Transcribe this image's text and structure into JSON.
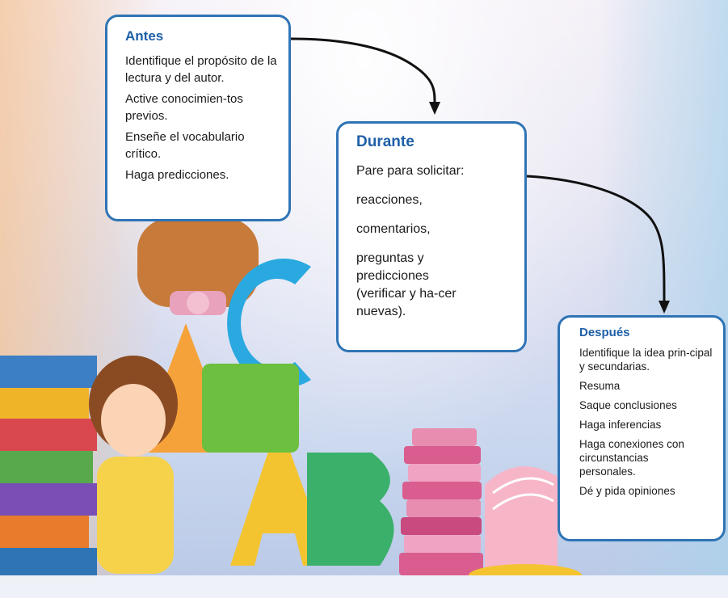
{
  "antes": {
    "title": "Antes",
    "items": [
      "Identifique el propósito de la lectura y del autor.",
      "Active conocimien-tos previos.",
      "Enseñe el vocabulario crítico.",
      "Haga predicciones."
    ]
  },
  "durante": {
    "title": "Durante",
    "items": [
      "Pare para solicitar:",
      "reacciones,",
      "comentarios,",
      "preguntas y predicciones (verificar y ha-cer nuevas)."
    ]
  },
  "despues": {
    "title": "Después",
    "items": [
      "Identifique la idea prin-cipal y secundarias.",
      "Resuma",
      "Saque conclusiones",
      "Haga inferencias",
      "Haga conexiones con circunstancias personales.",
      "Dé y pida opiniones"
    ]
  },
  "colors": {
    "card_border": "#2f74b5",
    "title": "#1f5fa8",
    "arrow": "#111111"
  },
  "illustration": {
    "letters": [
      "C",
      "A",
      "B"
    ]
  }
}
